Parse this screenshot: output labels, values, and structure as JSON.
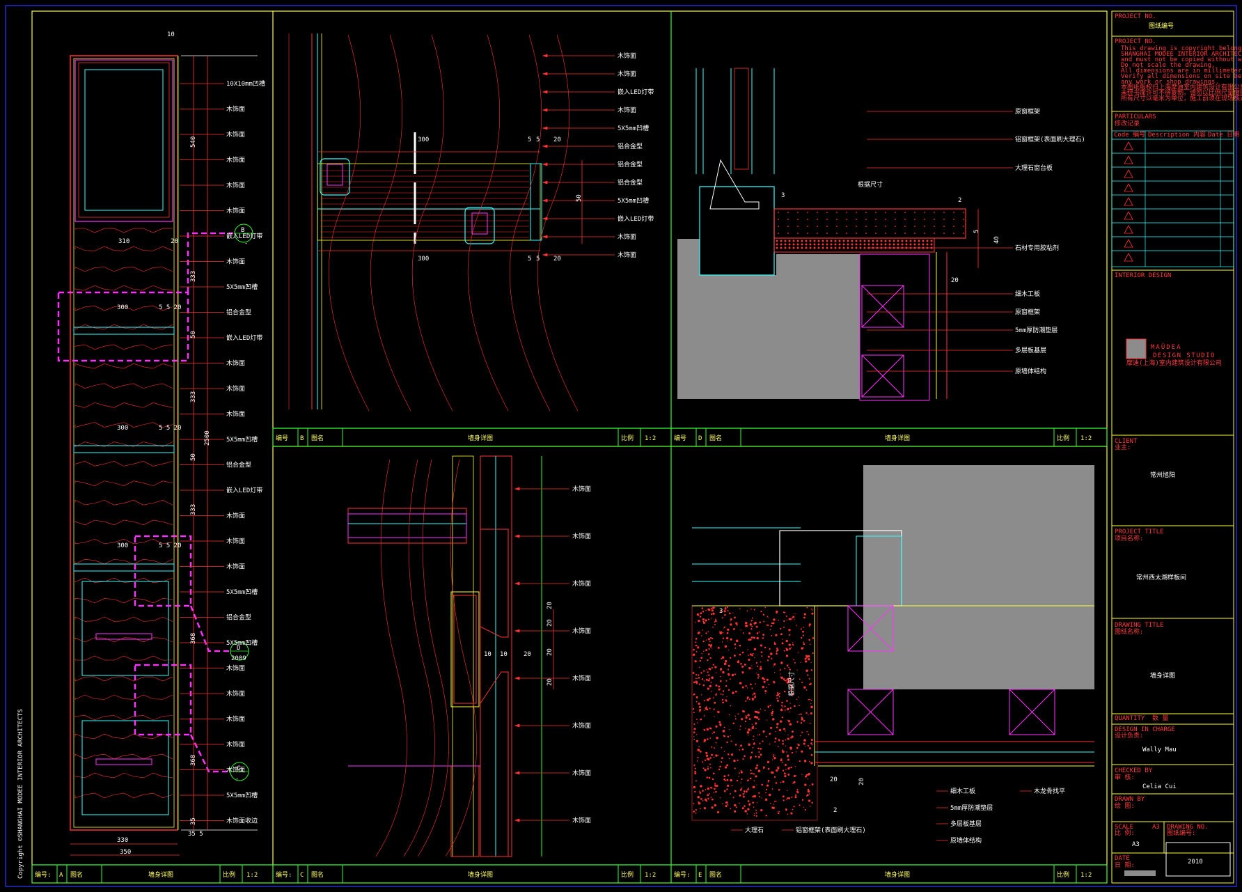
{
  "copyright": "Copyright ©SHANGHAI MODEE INTERIOR ARCHITECTS",
  "panels": {
    "A": {
      "label_no": "编号:",
      "id": "A",
      "label_name": "图名",
      "title": "墙身详图",
      "label_scale": "比例",
      "scale": "1:2"
    },
    "B": {
      "label_no": "编号",
      "id": "B",
      "label_name": "图名",
      "title": "墙身详图",
      "label_scale": "比例",
      "scale": "1:2"
    },
    "C": {
      "label_no": "编号:",
      "id": "C",
      "label_name": "图名",
      "title": "墙身详图",
      "label_scale": "比例",
      "scale": "1:2"
    },
    "D": {
      "label_no": "编号",
      "id": "D",
      "label_name": "图名",
      "title": "墙身详图",
      "label_scale": "比例",
      "scale": "1:2"
    },
    "E": {
      "label_no": "编号:",
      "id": "E",
      "label_name": "图名",
      "title": "墙身详图",
      "label_scale": "比例",
      "scale": "1:2"
    }
  },
  "elevation_A": {
    "dims_right": [
      "10",
      "540",
      "333",
      "50",
      "333",
      "2500",
      "50",
      "333",
      "368",
      "368",
      "35",
      "35 5"
    ],
    "dims_bottom": [
      "330",
      "350"
    ],
    "dims_shelf": [
      "310",
      "20",
      "300",
      "5 5 20",
      "300",
      "5 5 20",
      "300",
      "5 5 20"
    ],
    "labels": [
      "10X10mm凹槽",
      "木饰面",
      "木饰面",
      "木饰面",
      "木饰面",
      "木饰面",
      "嵌入LED灯带",
      "木饰面",
      "5X5mm凹槽",
      "铝合金型",
      "嵌入LED灯带",
      "木饰面",
      "木饰面",
      "木饰面",
      "5X5mm凹槽",
      "铝合金型",
      "嵌入LED灯带",
      "木饰面",
      "木饰面",
      "木饰面",
      "5X5mm凹槽",
      "铝合金型",
      "5X5mm凹槽",
      "木饰面",
      "木饰面",
      "木饰面",
      "木饰面",
      "木饰面",
      "5X5mm凹槽",
      "木饰面收边"
    ],
    "callouts": [
      {
        "letter": "B",
        "sheet": "-"
      },
      {
        "letter": "D",
        "sheet": "2009"
      },
      {
        "letter": "C",
        "sheet": "-"
      }
    ]
  },
  "detail_B": {
    "dims": [
      "300",
      "300",
      "5",
      "5",
      "20",
      "5",
      "5",
      "20",
      "50"
    ],
    "labels": [
      "木饰面",
      "木饰面",
      "嵌入LED灯带",
      "木饰面",
      "5X5mm凹槽",
      "铝合金型",
      "铝合金型",
      "铝合金型",
      "5X5mm凹槽",
      "嵌入LED灯带",
      "木饰面",
      "木饰面"
    ]
  },
  "detail_C": {
    "dims": [
      "10",
      "10",
      "20",
      "20",
      "20",
      "20",
      "20"
    ],
    "labels": [
      "木饰面",
      "木饰面",
      "木饰面",
      "木饰面",
      "木饰面",
      "木饰面",
      "木饰面",
      "木饰面"
    ]
  },
  "detail_D": {
    "dims": [
      "3",
      "2",
      "40",
      "20",
      "5"
    ],
    "labels": [
      "原窗框架",
      "铝窗框架(表面刷大理石)",
      "大理石窗台板",
      "石材专用胶粘剂",
      "细木工板",
      "原窗框架",
      "5mm厚防潮垫层",
      "多层板基层",
      "原墙体结构"
    ],
    "note": "根据尺寸"
  },
  "detail_E": {
    "dims": [
      "3",
      "20",
      "20",
      "2"
    ],
    "labels": [
      "细木工板",
      "5mm厚防潮垫层",
      "多层板基层",
      "原墙体结构",
      "大理石",
      "铝窗框架(表面刷大理石)",
      "木龙骨找平"
    ],
    "note": "根据尺寸"
  },
  "titleblock": {
    "project_no_label": "PROJECT NO.",
    "project_no": "图纸编号",
    "notes_label": "PROJECT NO.",
    "notes": [
      "This drawing is copyright belong to",
      "SHANGHAI MODEE INTERIOR ARCHITECTS",
      "and must not be copied without written authorization.",
      "Do not scale the drawing.",
      "All dimensions are in millimeters.",
      "Verify all dimensions on site before commencement of",
      "any work or shop drawings.",
      "本图纸版权归上海摩迪室内建筑设计有限公司所有，",
      "未经书面许可不得复制。请勿以比例尺量度图纸，",
      "所有尺寸以毫米为单位，施工前须在现场核对尺寸。"
    ],
    "revisions_label": "PARTICULARS",
    "revisions_sub": "修改记录",
    "rev_cols": [
      "Code 编号",
      "Description 内容",
      "Date 日期"
    ],
    "rev_rows": 9,
    "interior_design_label": "INTERIOR DESIGN",
    "logo_name": "MAÛDEA",
    "logo_sub": "DESIGN STUDIO",
    "logo_cn": "摩迪(上海)室内建筑设计有限公司",
    "client_label": "CLIENT",
    "client_label_cn": "业主:",
    "client": "常州旭阳",
    "project_title_label": "PROJECT TITLE",
    "project_title_label_cn": "项目名称:",
    "project_title": "常州西太湖样板间",
    "drawing_title_label": "DRAWING TITLE",
    "drawing_title_label_cn": "图纸名称:",
    "drawing_title": "墙身详图",
    "quantity_label": "QUANTITY",
    "quantity": "数 量",
    "design_label": "DESIGN IN CHARGE",
    "design_label_cn": "设计负责:",
    "design": "Wally Mau",
    "checked_label": "CHECKED BY",
    "checked_label_cn": "审 核:",
    "checked": "Celia Cui",
    "drawn_label": "DRAWN BY",
    "drawn_label_cn": "绘 图:",
    "scale_label": "SCALE",
    "scale_label_cn": "比 例:",
    "scale": "A3",
    "size": "A3",
    "drawing_no_label": "DRAWING NO.",
    "drawing_no_label_cn": "图纸编号:",
    "drawing_no": "2010",
    "date_label": "DATE",
    "date_label_cn": "日 期:"
  },
  "colors": {
    "frame": "#ffff33",
    "panel": "#33ff33",
    "dim": "#ff3333",
    "wood": "#ff3333",
    "section": "#33ffff",
    "callout": "#ff33ff",
    "fill_grey": "#8c8c8c"
  }
}
